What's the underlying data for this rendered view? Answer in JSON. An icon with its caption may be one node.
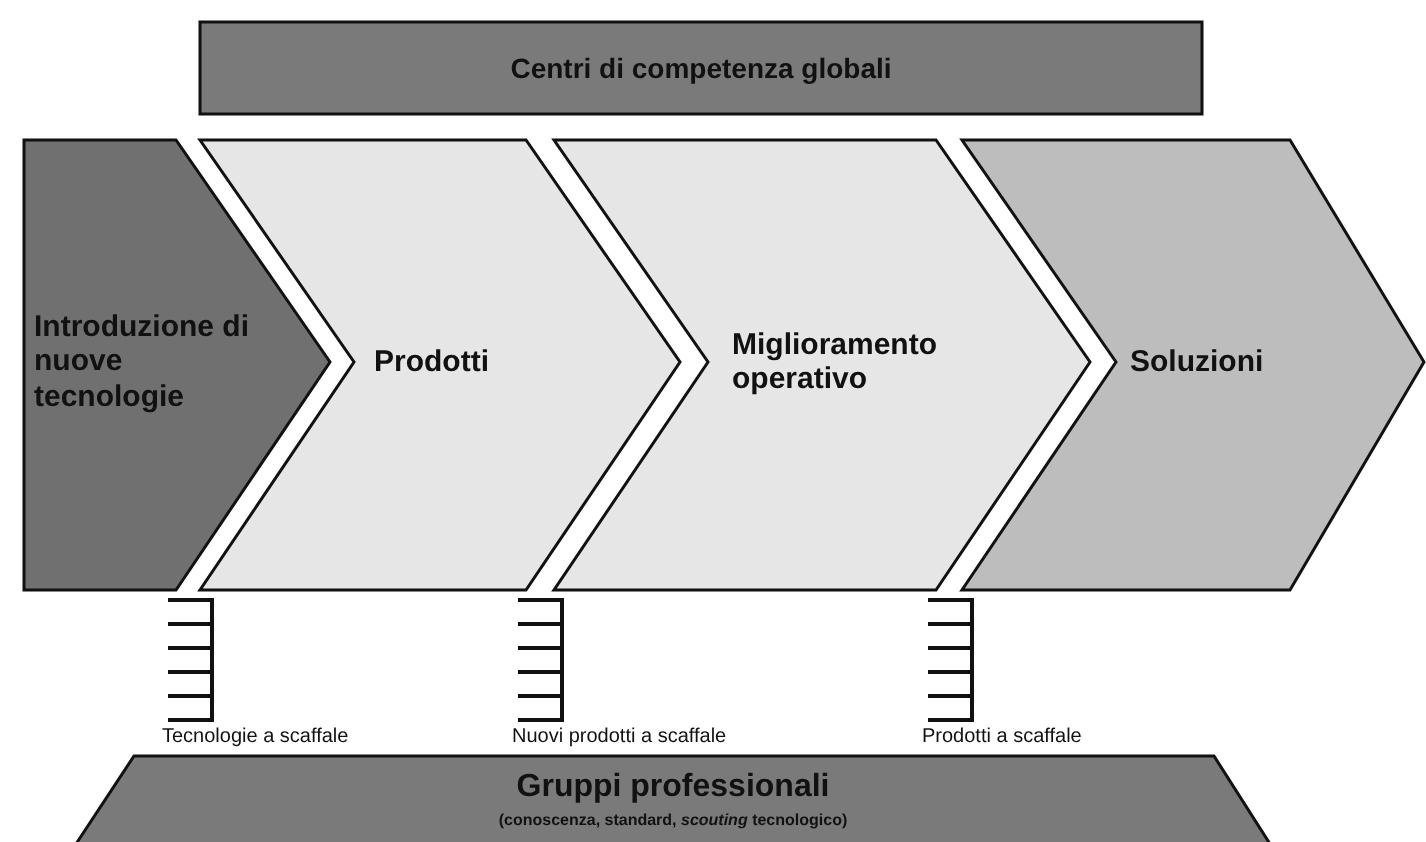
{
  "diagram": {
    "nodes": [
      {
        "text": [
          "Centri di competenza globali"
        ]
      },
      {
        "text": [
          "Introduzione di nuove tecnologie"
        ]
      },
      {
        "text": [
          "Prodotti"
        ]
      },
      {
        "text": [
          "Miglioramento operativo"
        ]
      },
      {
        "text": [
          "Soluzioni"
        ]
      },
      {
        "text": [
          "Gruppi professionali",
          "(conoscenza, standard, *scouting* tecnologico)"
        ]
      }
    ],
    "labels": [
      "Tecnologie a scaffale",
      "Nuovi prodotti a scaffale",
      "Prodotti a scaffale"
    ]
  }
}
